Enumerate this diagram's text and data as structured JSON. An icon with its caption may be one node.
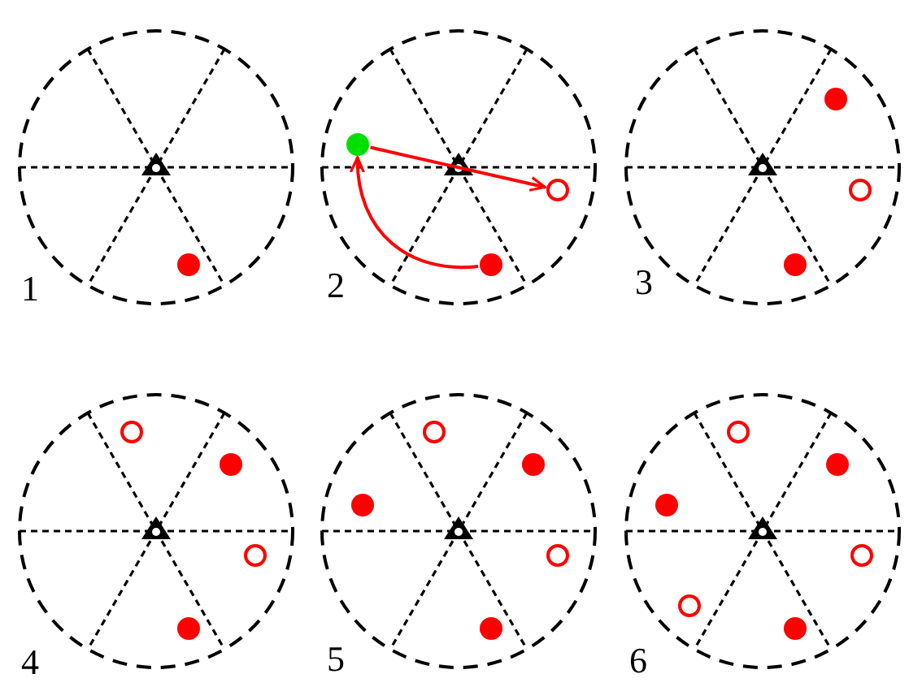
{
  "diagram": {
    "nodes": [
      {
        "text": [
          "1"
        ]
      },
      {
        "text": [
          "2"
        ]
      },
      {
        "text": [],
        "shape": "circle",
        "in": 1
      },
      {
        "text": [],
        "shape": "circle",
        "in": 1
      },
      {
        "text": [],
        "shape": "circle",
        "in": 1
      },
      {
        "text": [
          "3"
        ]
      },
      {
        "text": [
          "4"
        ]
      },
      {
        "text": [
          "5"
        ]
      },
      {
        "text": [
          "6"
        ]
      }
    ],
    "edges": [
      {
        "from": 4,
        "to": 2,
        "arrow": "to"
      },
      {
        "from": 2,
        "to": 3,
        "arrow": "to"
      }
    ]
  }
}
